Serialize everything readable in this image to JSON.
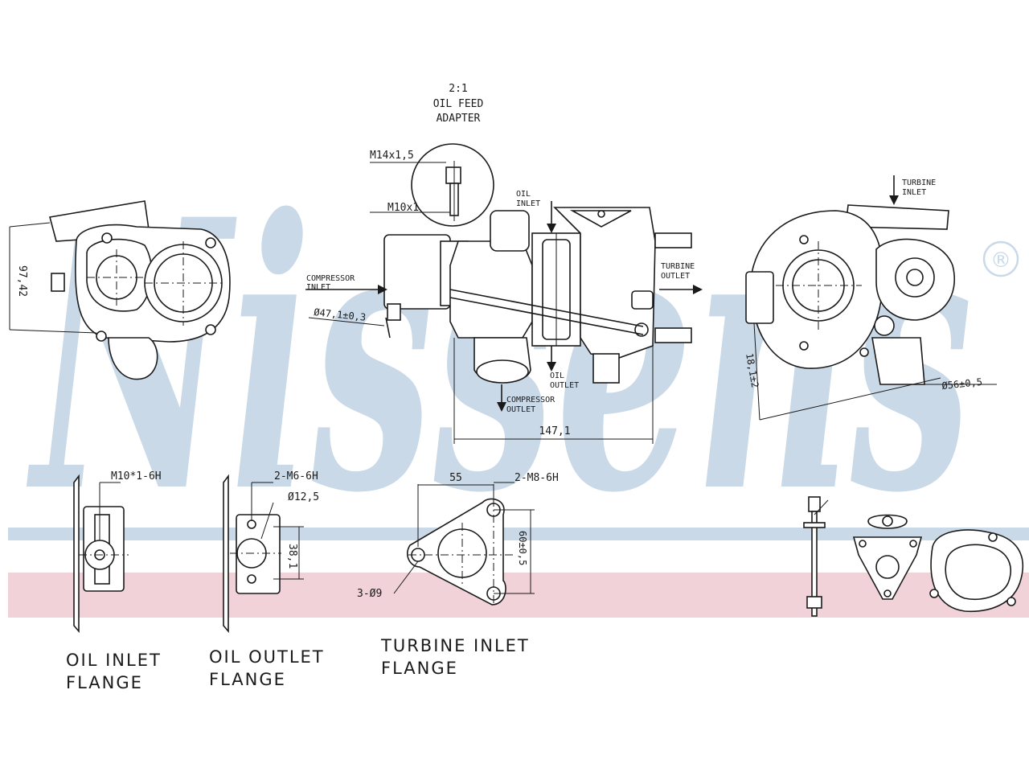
{
  "watermark": {
    "text": "Nissens",
    "registered": "®"
  },
  "colors": {
    "watermark": "#c9d9e8",
    "band_blue": "#c9d9e8",
    "band_pink": "#f1d2d9",
    "line": "#1a1a1a"
  },
  "adapter": {
    "line1": "2:1",
    "line2": "OIL  FEED",
    "line3": "ADAPTER",
    "thread_top": "M14x1,5",
    "thread_bottom": "M10x1"
  },
  "left_view": {
    "dim": "97,42"
  },
  "center_view": {
    "oil_inlet": [
      "OIL",
      "INLET"
    ],
    "compressor_inlet": [
      "COMPRESSOR",
      "INLET"
    ],
    "diameter": "Ø47,1±0,3",
    "turbine_outlet": [
      "TURBINE",
      "OUTLET"
    ],
    "oil_outlet": [
      "OIL",
      "OUTLET"
    ],
    "compressor_outlet": [
      "COMPRESSOR",
      "OUTLET"
    ],
    "width": "147,1"
  },
  "right_view": {
    "turbine_inlet": [
      "TURBINE",
      "INLET"
    ],
    "dim_angle": "18,1±2",
    "diameter": "Ø56±0,5"
  },
  "oil_inlet_flange": {
    "thread": "M10*1-6H",
    "title": [
      "OIL  INLET",
      "FLANGE"
    ]
  },
  "oil_outlet_flange": {
    "thread": "2-M6-6H",
    "bore": "Ø12,5",
    "spacing": "38,1",
    "title": [
      "OIL  OUTLET",
      "FLANGE"
    ]
  },
  "turbine_inlet_flange": {
    "width": "55",
    "thread": "2-M8-6H",
    "height": "60±0,5",
    "holes": "3-Ø9",
    "title": [
      "TURBINE  INLET",
      "FLANGE"
    ]
  }
}
